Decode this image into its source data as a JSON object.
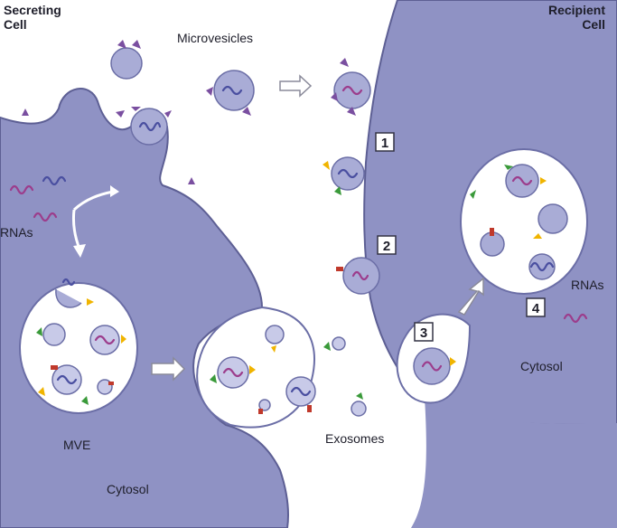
{
  "labels": {
    "secreting_cell": [
      "Secreting",
      "Cell"
    ],
    "recipient_cell": [
      "Recipient",
      "Cell"
    ],
    "microvesicles": "Microvesicles",
    "rnas_left": "RNAs",
    "mve": "MVE",
    "cytosol_left": "Cytosol",
    "exosomes": "Exosomes",
    "rnas_right": "RNAs",
    "cytosol_right": "Cytosol"
  },
  "steps": [
    "1",
    "2",
    "3",
    "4"
  ],
  "colors": {
    "cell": "#8f92c4",
    "membrane": "#5d5f94",
    "vesicle": "#a9acd6",
    "rna_pink": "#9c3d8c",
    "rna_blue": "#4a4fa0",
    "marker_purple": "#7a4fa0",
    "marker_yellow": "#f0b400",
    "marker_green": "#3a9a3a",
    "marker_red": "#c0392b"
  }
}
